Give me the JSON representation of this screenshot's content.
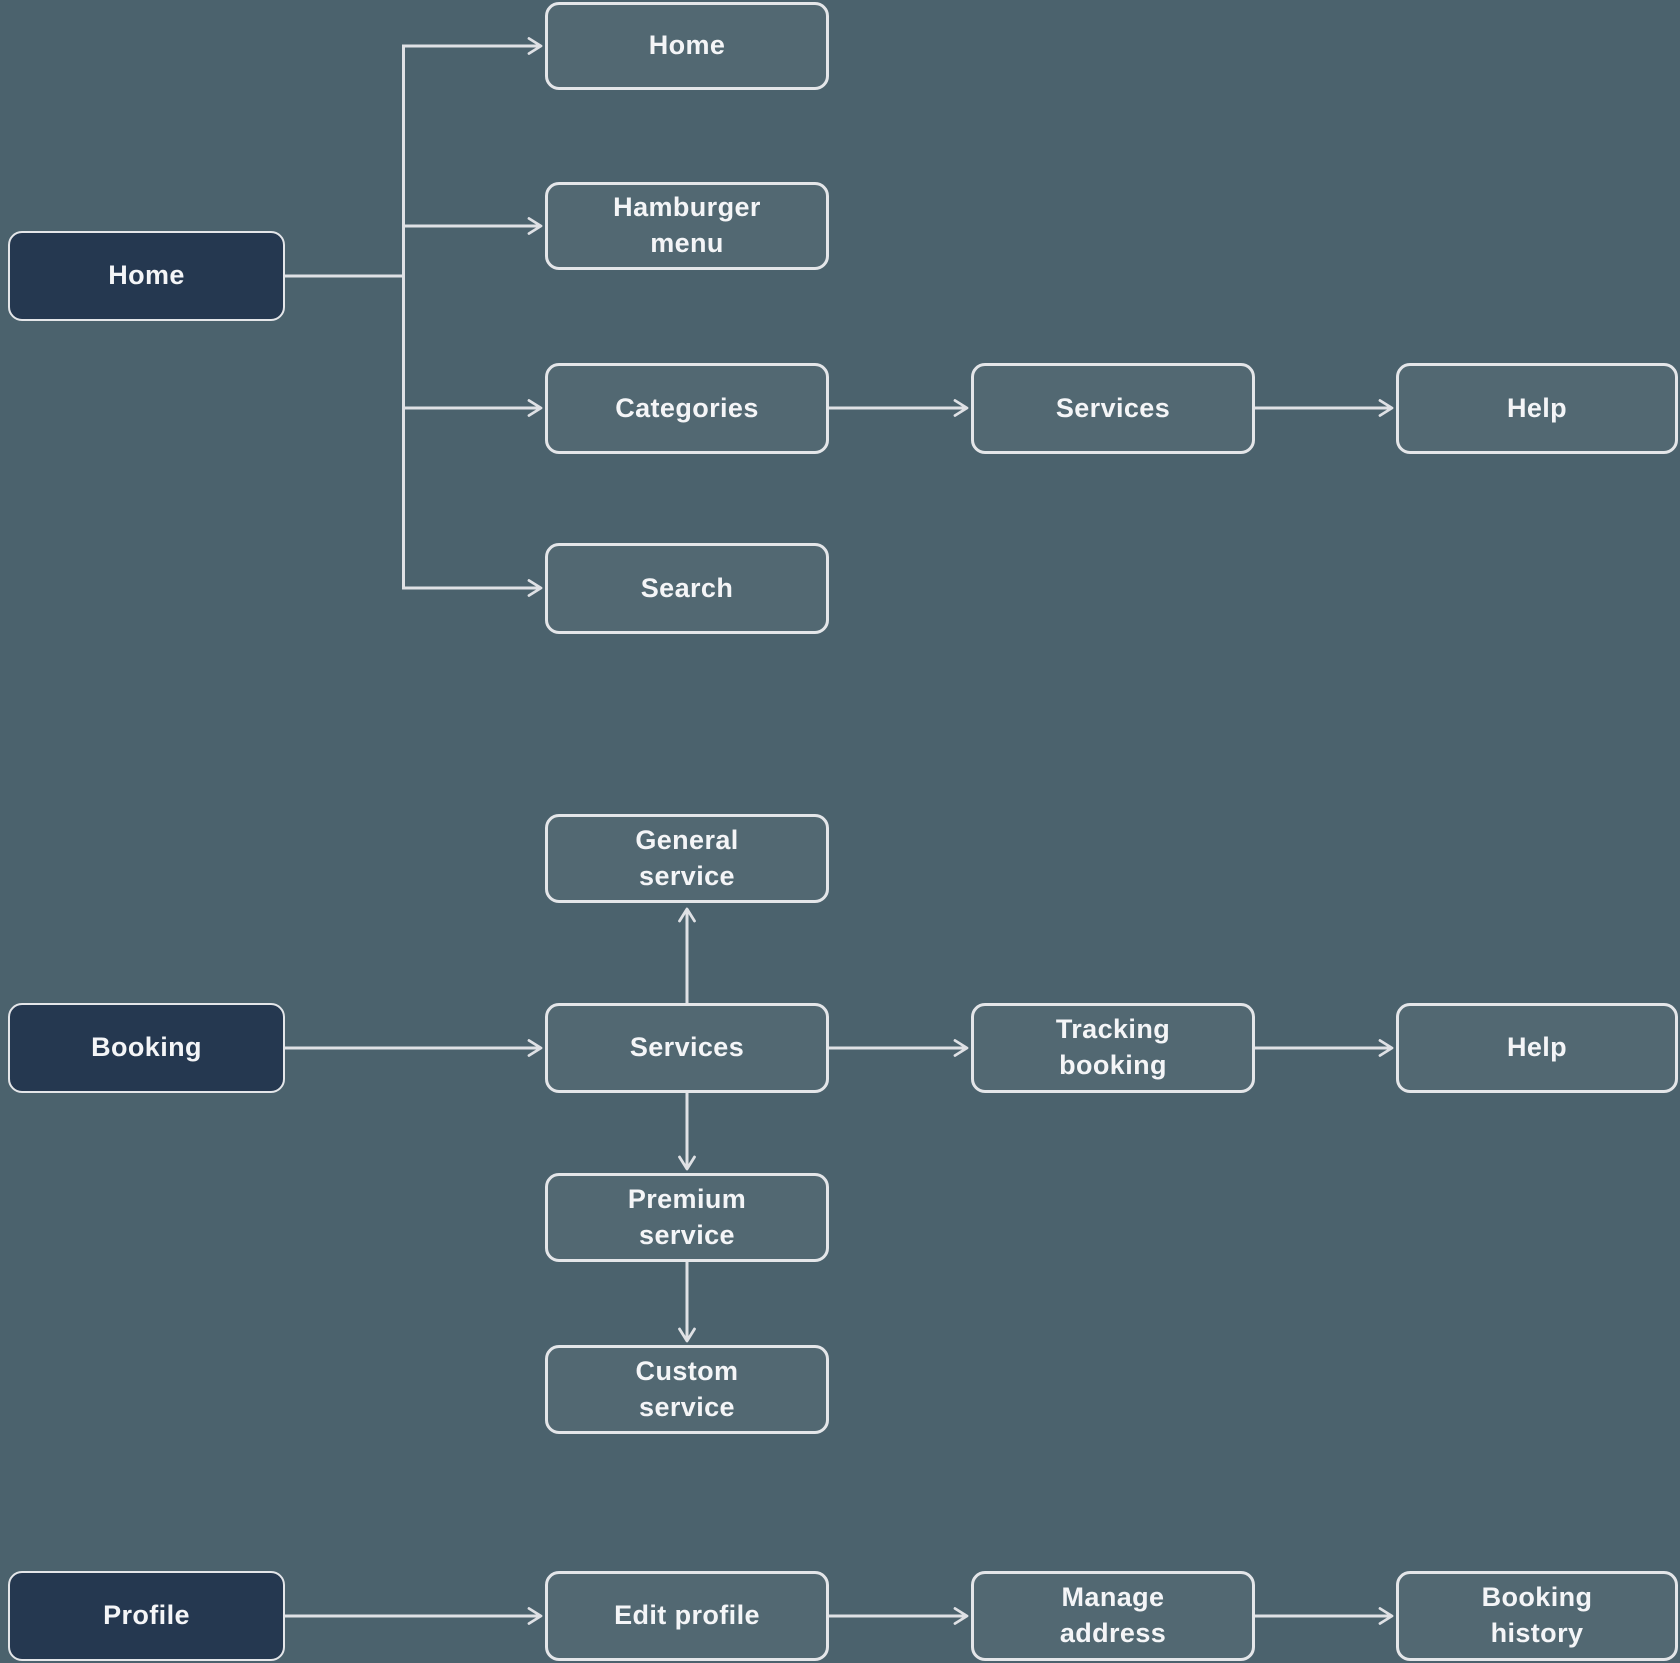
{
  "diagram": {
    "type": "sitemap-flowchart",
    "sections": [
      "home-flow",
      "booking-flow",
      "profile-flow"
    ]
  },
  "colors": {
    "background": "#4b626d",
    "root_node_fill": "#253850",
    "node_border": "#e4e6e9",
    "connector": "#dfe1e5",
    "text": "#f4f5f7"
  },
  "nodes": {
    "home_root": {
      "label": "Home"
    },
    "home_screen": {
      "label": "Home"
    },
    "hamburger_menu": {
      "label": "Hamburger\nmenu"
    },
    "categories": {
      "label": "Categories"
    },
    "services_top": {
      "label": "Services"
    },
    "help_top": {
      "label": "Help"
    },
    "search": {
      "label": "Search"
    },
    "general_service": {
      "label": "General\nservice"
    },
    "booking_root": {
      "label": "Booking"
    },
    "services_mid": {
      "label": "Services"
    },
    "tracking_booking": {
      "label": "Tracking\nbooking"
    },
    "help_mid": {
      "label": "Help"
    },
    "premium_service": {
      "label": "Premium\nservice"
    },
    "custom_service": {
      "label": "Custom\nservice"
    },
    "profile_root": {
      "label": "Profile"
    },
    "edit_profile": {
      "label": "Edit profile"
    },
    "manage_address": {
      "label": "Manage\naddress"
    },
    "booking_history": {
      "label": "Booking\nhistory"
    }
  }
}
